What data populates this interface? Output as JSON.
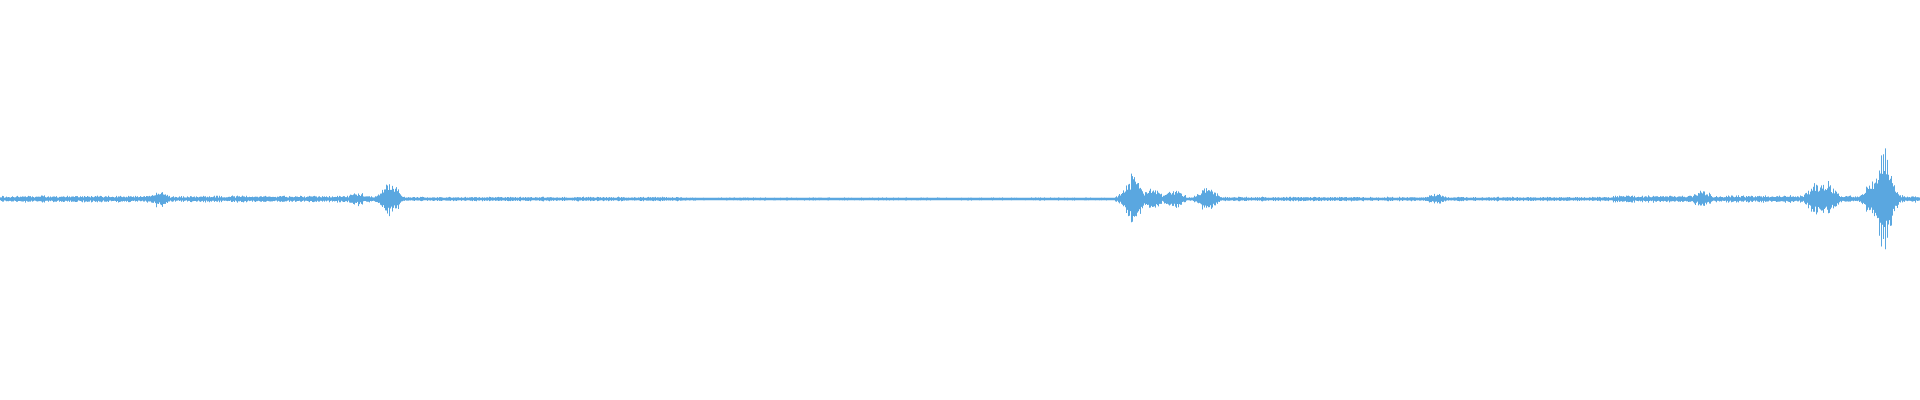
{
  "colors": {
    "background": "#ffffff",
    "waveform": "#5aa7e0"
  },
  "chart_data": {
    "type": "area",
    "title": "",
    "xlabel": "",
    "ylabel": "",
    "grid": false,
    "legend": "none",
    "x_range": [
      0,
      1
    ],
    "ylim": [
      -1,
      1
    ],
    "baseline_amplitude": 0.015,
    "bursts": [
      {
        "x": 0.083,
        "amplitude": 0.06
      },
      {
        "x": 0.186,
        "amplitude": 0.05
      },
      {
        "x": 0.203,
        "amplitude": 0.12
      },
      {
        "x": 0.59,
        "amplitude": 0.17
      },
      {
        "x": 0.6,
        "amplitude": 0.08
      },
      {
        "x": 0.612,
        "amplitude": 0.07
      },
      {
        "x": 0.629,
        "amplitude": 0.09
      },
      {
        "x": 0.748,
        "amplitude": 0.04
      },
      {
        "x": 0.887,
        "amplitude": 0.06
      },
      {
        "x": 0.946,
        "amplitude": 0.11
      },
      {
        "x": 0.952,
        "amplitude": 0.12
      },
      {
        "x": 0.977,
        "amplitude": 0.16
      },
      {
        "x": 0.981,
        "amplitude": 0.36
      }
    ]
  }
}
